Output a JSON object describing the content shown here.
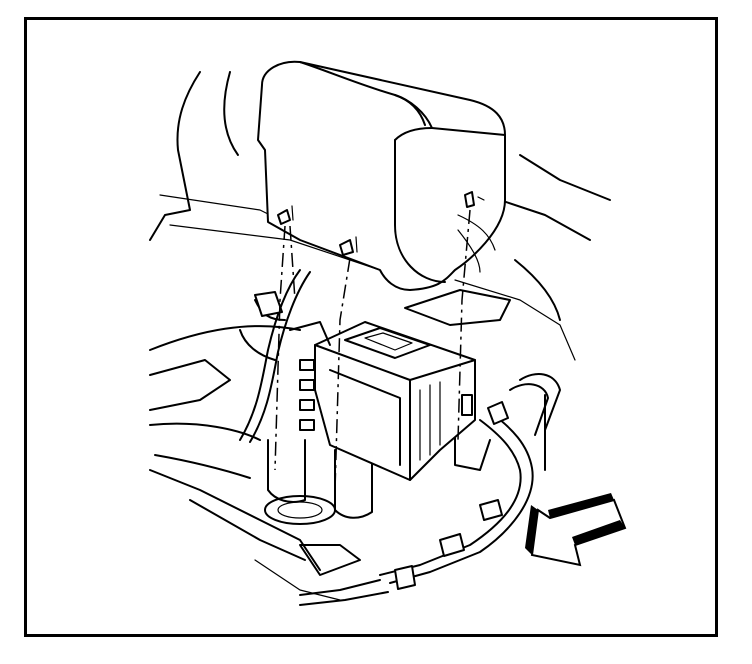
{
  "diagram": {
    "background_color": "#ffffff",
    "line_color": "#000000",
    "components": {
      "cover": "cover",
      "clip": "clip",
      "module": "module",
      "wiring_harness": "wiring-harness",
      "direction_arrow": "arrow"
    }
  }
}
